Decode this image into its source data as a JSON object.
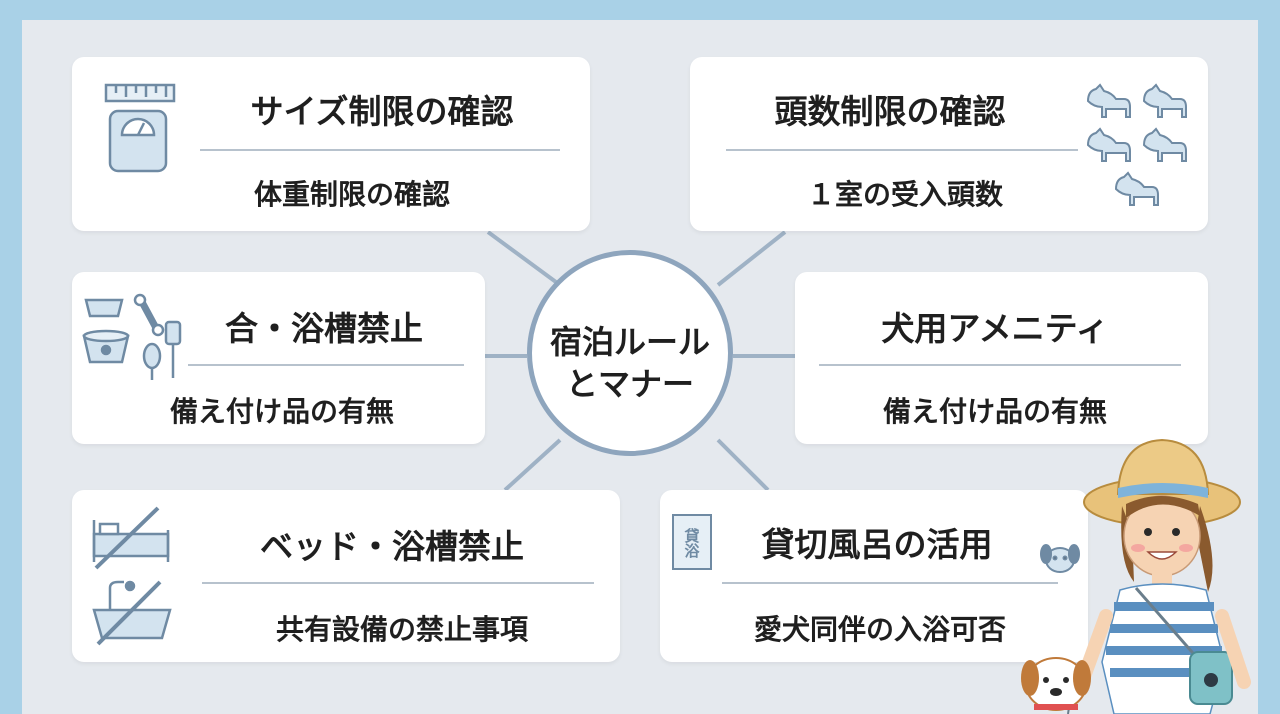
{
  "hub": {
    "line1": "宿泊ルール",
    "line2": "とマナー"
  },
  "cards": {
    "size": {
      "title": "サイズ制限の確認",
      "sub": "体重制限の確認"
    },
    "count": {
      "title": "頭数制限の確認",
      "sub": "１室の受入頭数"
    },
    "goods": {
      "title": "合・浴槽禁止",
      "sub": "備え付け品の有無"
    },
    "amenity": {
      "title": "犬用アメニティ",
      "sub": "備え付け品の有無"
    },
    "bed": {
      "title": "ベッド・浴槽禁止",
      "sub": "共有設備の禁止事項"
    },
    "bath": {
      "title": "貸切風呂の活用",
      "sub": "愛犬同伴の入浴可否"
    }
  },
  "icons": {
    "size": "scale-ruler-icon",
    "count": "dogs-group-icon",
    "goods": "bowl-bone-brush-icon",
    "amenity": "none",
    "bed": "no-bed-no-bath-icon",
    "bath": "private-bath-sign-icon",
    "bath_sign_text": "貸浴"
  },
  "colors": {
    "background": "#a9d1e7",
    "panel": "#e5e9ee",
    "card": "#ffffff",
    "connector": "#9fb2c5",
    "hub_border": "#8ea5bd",
    "icon_stroke": "#6f8aa3",
    "icon_fill": "#d3e3ef"
  }
}
